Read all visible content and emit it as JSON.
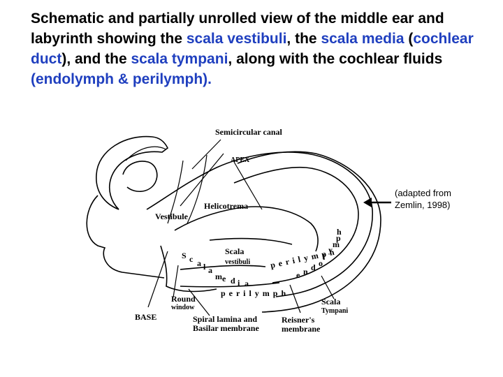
{
  "title": {
    "parts": [
      {
        "text": "Schematic and partially unrolled view of the middle ear and labyrinth showing the ",
        "highlight": false
      },
      {
        "text": "scala vestibuli",
        "highlight": true
      },
      {
        "text": ", the ",
        "highlight": false
      },
      {
        "text": "scala media",
        "highlight": true
      },
      {
        "text": " (",
        "highlight": false
      },
      {
        "text": "cochlear duct",
        "highlight": true
      },
      {
        "text": "), and the ",
        "highlight": false
      },
      {
        "text": "scala tympani",
        "highlight": true
      },
      {
        "text": ", along with the cochlear fluids ",
        "highlight": false
      },
      {
        "text": "(endolymph & perilymph).",
        "highlight": true
      }
    ],
    "highlight_color": "#1f3fbf"
  },
  "credit": "(adapted from Zemlin, 1998)",
  "labels": {
    "semicircular_canal": "Semicircular canal",
    "apex": "APEX",
    "helicotrema": "Helicotrema",
    "vestibule": "Vestibule",
    "scala": "Scala",
    "vestibuli": "vestibuli",
    "round": "Round",
    "window": "window",
    "base": "BASE",
    "spiral_lamina_line1": "Spiral lamina and",
    "spiral_lamina_line2": "Basilar membrane",
    "reisner_line1": "Reisner's",
    "reisner_line2": "membrane",
    "scala_t": "Scala",
    "tympani": "Tympani"
  },
  "curved_words": {
    "scala": [
      "S",
      "c",
      "a",
      "l",
      "a"
    ],
    "media": [
      "m",
      "e",
      "d",
      "i",
      "a"
    ],
    "perilymph_lower": "p e r i l y m p h",
    "perilymph_upper": "p e r i l y m p h",
    "endolymph": [
      "e",
      "n",
      "d",
      "o",
      "l",
      "y",
      "m",
      "p",
      "h"
    ]
  }
}
